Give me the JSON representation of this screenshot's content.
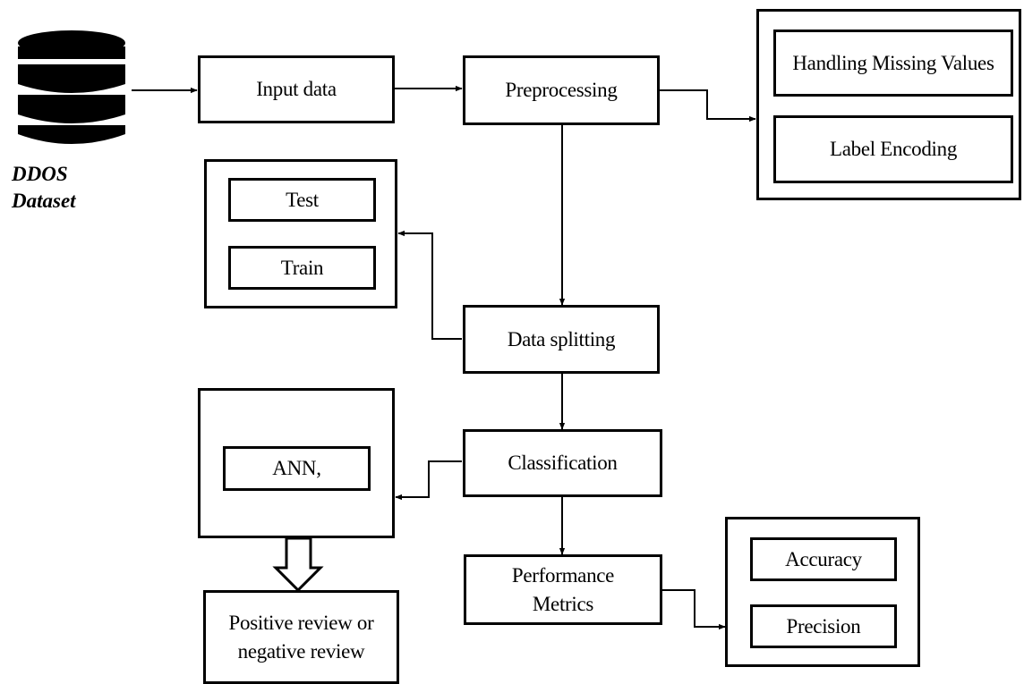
{
  "dataset": {
    "label_line1": "DDOS",
    "label_line2": "Dataset"
  },
  "nodes": {
    "input_data": "Input data",
    "preprocessing": "Preprocessing",
    "handling_missing": "Handling Missing Values",
    "label_encoding": "Label Encoding",
    "test": "Test",
    "train": "Train",
    "data_splitting": "Data splitting",
    "classification": "Classification",
    "ann": "ANN,",
    "output_line1": "Positive review or",
    "output_line2": "negative review",
    "performance_line1": "Performance",
    "performance_line2": "Metrics",
    "accuracy": "Accuracy",
    "precision": "Precision"
  },
  "icons": {
    "dataset": "database-icon"
  }
}
